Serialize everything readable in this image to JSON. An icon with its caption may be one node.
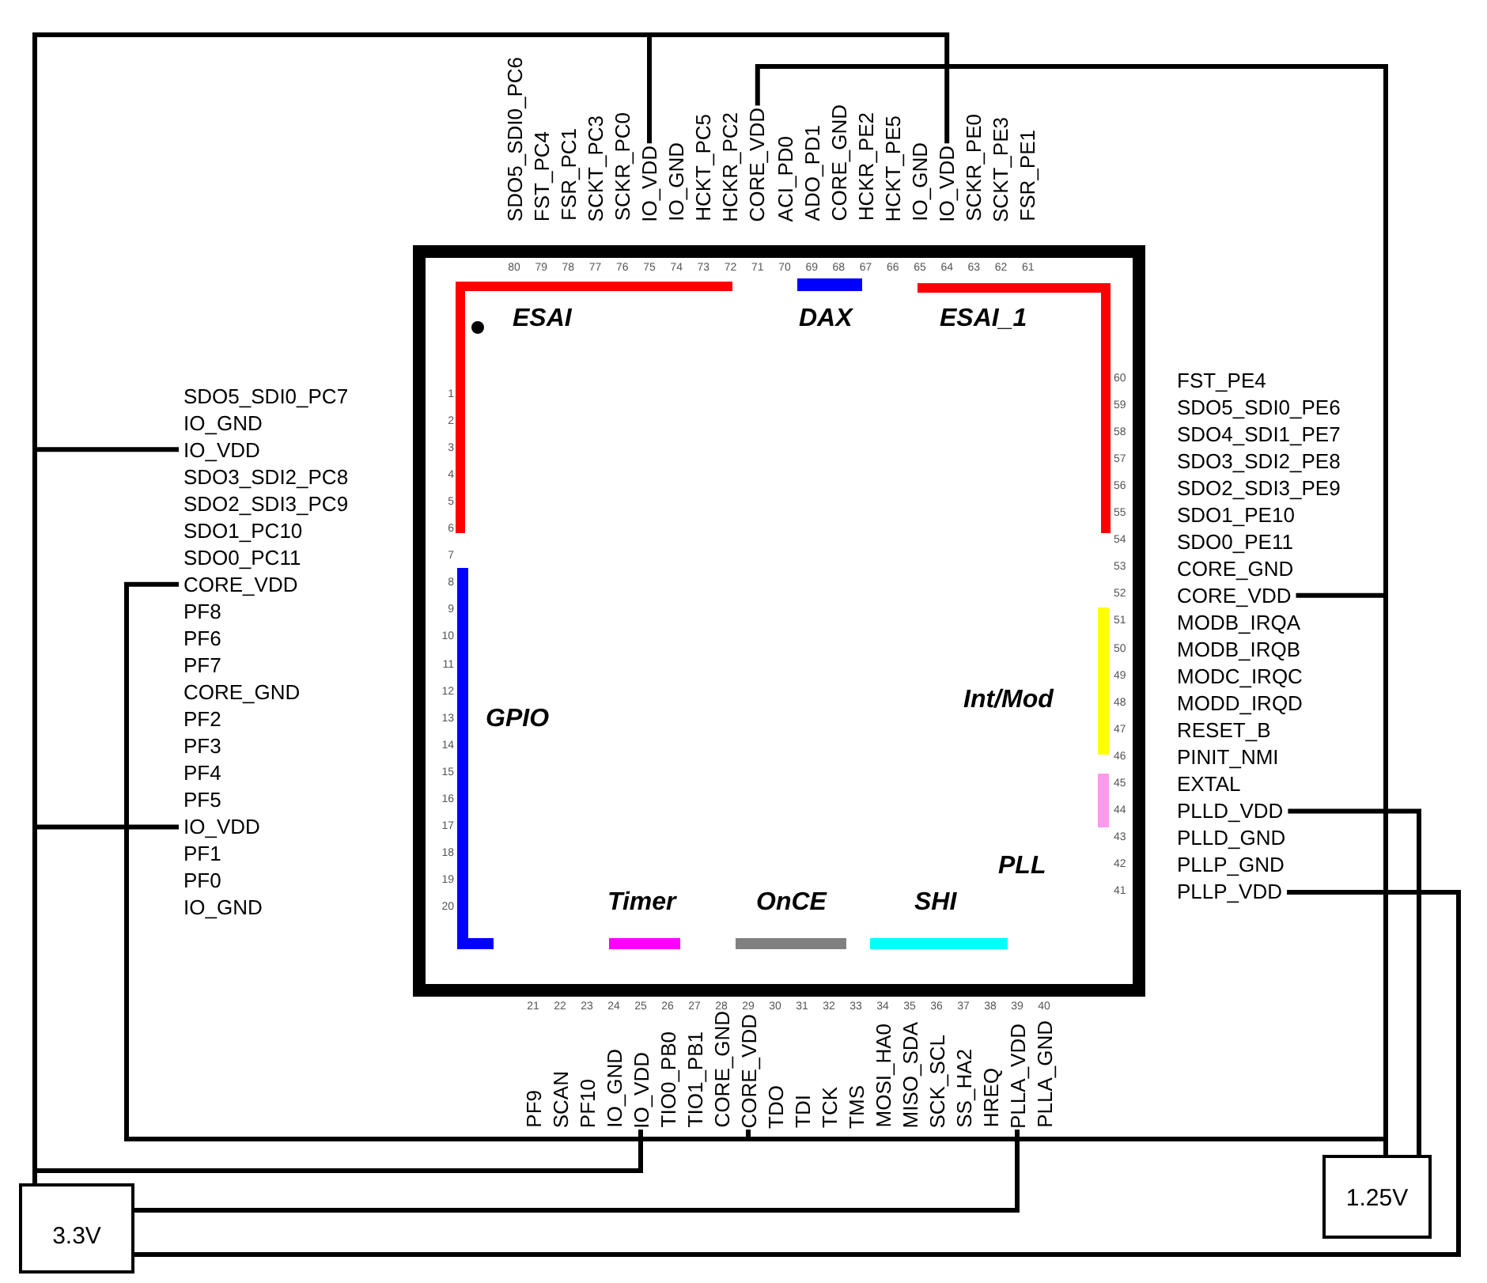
{
  "diagram": {
    "nodes": [
      {
        "text": [
          "ESAI",
          "DAX",
          "ESAI_1",
          "GPIO",
          "Int/Mod",
          "PLL",
          "Timer",
          "OnCE",
          "SHI"
        ]
      },
      {
        "text": [
          "SDO5_SDI0_PC6"
        ]
      },
      {
        "text": [
          "FST_PC4"
        ]
      },
      {
        "text": [
          "FSR_PC1"
        ]
      },
      {
        "text": [
          "SCKT_PC3"
        ]
      },
      {
        "text": [
          "SCKR_PC0"
        ]
      },
      {
        "text": [
          "IO_VDD"
        ]
      },
      {
        "text": [
          "IO_GND"
        ]
      },
      {
        "text": [
          "HCKT_PC5"
        ]
      },
      {
        "text": [
          "HCKR_PC2"
        ]
      },
      {
        "text": [
          "CORE_VDD"
        ]
      },
      {
        "text": [
          "ACI_PD0"
        ]
      },
      {
        "text": [
          "ADO_PD1"
        ]
      },
      {
        "text": [
          "CORE_GND"
        ]
      },
      {
        "text": [
          "HCKR_PE2"
        ]
      },
      {
        "text": [
          "HCKT_PE5"
        ]
      },
      {
        "text": [
          "IO_GND"
        ]
      },
      {
        "text": [
          "IO_VDD"
        ]
      },
      {
        "text": [
          "SCKR_PE0"
        ]
      },
      {
        "text": [
          "SCKT_PE3"
        ]
      },
      {
        "text": [
          "FSR_PE1"
        ]
      },
      {
        "text": [
          "SDO5_SDI0_PC7"
        ]
      },
      {
        "text": [
          "IO_GND"
        ]
      },
      {
        "text": [
          "IO_VDD"
        ]
      },
      {
        "text": [
          "SDO3_SDI2_PC8"
        ]
      },
      {
        "text": [
          "SDO2_SDI3_PC9"
        ]
      },
      {
        "text": [
          "SDO1_PC10"
        ]
      },
      {
        "text": [
          "SDO0_PC11"
        ]
      },
      {
        "text": [
          "CORE_VDD"
        ]
      },
      {
        "text": [
          "PF8"
        ]
      },
      {
        "text": [
          "PF6"
        ]
      },
      {
        "text": [
          "PF7"
        ]
      },
      {
        "text": [
          "CORE_GND"
        ]
      },
      {
        "text": [
          "PF2"
        ]
      },
      {
        "text": [
          "PF3"
        ]
      },
      {
        "text": [
          "PF4"
        ]
      },
      {
        "text": [
          "PF5"
        ]
      },
      {
        "text": [
          "IO_VDD"
        ]
      },
      {
        "text": [
          "PF1"
        ]
      },
      {
        "text": [
          "PF0"
        ]
      },
      {
        "text": [
          "IO_GND"
        ]
      },
      {
        "text": [
          "FST_PE4"
        ]
      },
      {
        "text": [
          "SDO5_SDI0_PE6"
        ]
      },
      {
        "text": [
          "SDO4_SDI1_PE7"
        ]
      },
      {
        "text": [
          "SDO3_SDI2_PE8"
        ]
      },
      {
        "text": [
          "SDO2_SDI3_PE9"
        ]
      },
      {
        "text": [
          "SDO1_PE10"
        ]
      },
      {
        "text": [
          "SDO0_PE11"
        ]
      },
      {
        "text": [
          "CORE_GND"
        ]
      },
      {
        "text": [
          "CORE_VDD"
        ]
      },
      {
        "text": [
          "MODB_IRQA"
        ]
      },
      {
        "text": [
          "MODB_IRQB"
        ]
      },
      {
        "text": [
          "MODC_IRQC"
        ]
      },
      {
        "text": [
          "MODD_IRQD"
        ]
      },
      {
        "text": [
          "RESET_B"
        ]
      },
      {
        "text": [
          "PINIT_NMI"
        ]
      },
      {
        "text": [
          "EXTAL"
        ]
      },
      {
        "text": [
          "PLLD_VDD"
        ]
      },
      {
        "text": [
          "PLLD_GND"
        ]
      },
      {
        "text": [
          "PLLP_GND"
        ]
      },
      {
        "text": [
          "PLLP_VDD"
        ]
      },
      {
        "text": [
          "PF9"
        ]
      },
      {
        "text": [
          "SCAN"
        ]
      },
      {
        "text": [
          "PF10"
        ]
      },
      {
        "text": [
          "IO_GND"
        ]
      },
      {
        "text": [
          "IO_VDD"
        ]
      },
      {
        "text": [
          "TIO0_PB0"
        ]
      },
      {
        "text": [
          "TIO1_PB1"
        ]
      },
      {
        "text": [
          "CORE_GND"
        ]
      },
      {
        "text": [
          "CORE_VDD"
        ]
      },
      {
        "text": [
          "TDO"
        ]
      },
      {
        "text": [
          "TDI"
        ]
      },
      {
        "text": [
          "TCK"
        ]
      },
      {
        "text": [
          "TMS"
        ]
      },
      {
        "text": [
          "MOSI_HA0"
        ]
      },
      {
        "text": [
          "MISO_SDA"
        ]
      },
      {
        "text": [
          "SCK_SCL"
        ]
      },
      {
        "text": [
          "SS_HA2"
        ]
      },
      {
        "text": [
          "HREQ"
        ]
      },
      {
        "text": [
          "PLLA_VDD"
        ]
      },
      {
        "text": [
          "PLLA_GND"
        ]
      },
      {
        "text": [
          "3.3V"
        ]
      },
      {
        "text": [
          "1.25V"
        ]
      }
    ],
    "edges": [
      {
        "from": 81,
        "to": 6,
        "arrow": "none"
      },
      {
        "from": 81,
        "to": 17,
        "arrow": "none"
      },
      {
        "from": 81,
        "to": 23,
        "arrow": "none"
      },
      {
        "from": 81,
        "to": 37,
        "arrow": "none"
      },
      {
        "from": 81,
        "to": 65,
        "arrow": "none"
      },
      {
        "from": 81,
        "to": 79,
        "arrow": "none"
      },
      {
        "from": 81,
        "to": 60,
        "arrow": "none"
      },
      {
        "from": 82,
        "to": 10,
        "arrow": "none"
      },
      {
        "from": 82,
        "to": 49,
        "arrow": "none"
      },
      {
        "from": 82,
        "to": 28,
        "arrow": "none"
      },
      {
        "from": 82,
        "to": 69,
        "arrow": "none"
      },
      {
        "from": 82,
        "to": 57,
        "arrow": "none"
      }
    ],
    "labels": [
      "80",
      "79",
      "78",
      "77",
      "76",
      "75",
      "74",
      "73",
      "72",
      "71",
      "70",
      "69",
      "68",
      "67",
      "66",
      "65",
      "64",
      "63",
      "62",
      "61",
      "1",
      "2",
      "3",
      "4",
      "5",
      "6",
      "7",
      "8",
      "9",
      "10",
      "11",
      "12",
      "13",
      "14",
      "15",
      "16",
      "17",
      "18",
      "19",
      "20",
      "60",
      "59",
      "58",
      "57",
      "56",
      "55",
      "54",
      "53",
      "52",
      "51",
      "50",
      "49",
      "48",
      "47",
      "46",
      "45",
      "44",
      "43",
      "42",
      "41",
      "21",
      "22",
      "23",
      "24",
      "25",
      "26",
      "27",
      "28",
      "29",
      "30",
      "31",
      "32",
      "33",
      "34",
      "35",
      "36",
      "37",
      "38",
      "39",
      "40"
    ]
  }
}
